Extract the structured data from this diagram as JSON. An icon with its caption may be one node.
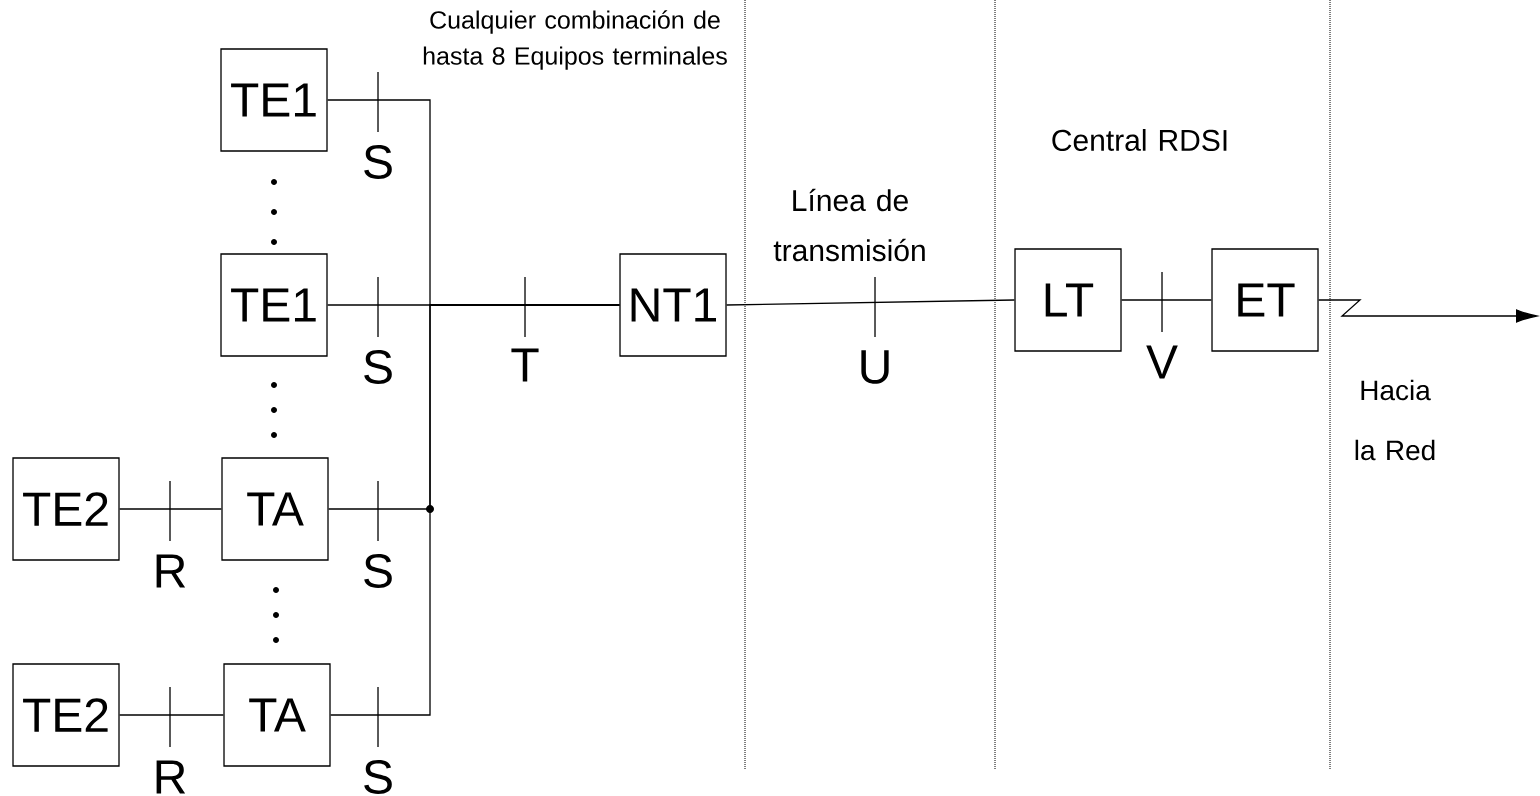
{
  "diagram": {
    "nodes": [
      {
        "text": [
          "TE1"
        ]
      },
      {
        "text": [
          "TE1"
        ]
      },
      {
        "text": [
          "TE2"
        ]
      },
      {
        "text": [
          "TA"
        ]
      },
      {
        "text": [
          "TE2"
        ]
      },
      {
        "text": [
          "TA"
        ]
      },
      {
        "text": [
          "NT1"
        ]
      },
      {
        "text": [
          "LT"
        ]
      },
      {
        "text": [
          "ET"
        ]
      }
    ],
    "edges": [
      {
        "from": 0,
        "to": 6,
        "arrow": "none",
        "label": "S"
      },
      {
        "from": 1,
        "to": 6,
        "arrow": "none",
        "label": "S"
      },
      {
        "from": 2,
        "to": 3,
        "arrow": "none",
        "label": "R"
      },
      {
        "from": 3,
        "to": 6,
        "arrow": "none",
        "label": "S"
      },
      {
        "from": 4,
        "to": 5,
        "arrow": "none",
        "label": "R"
      },
      {
        "from": 5,
        "to": 6,
        "arrow": "none",
        "label": "S"
      },
      {
        "from": 6,
        "to": 7,
        "arrow": "none",
        "label": "U"
      },
      {
        "from": 7,
        "to": 8,
        "arrow": "none",
        "label": "V"
      },
      {
        "from": 8,
        "to": null,
        "arrow": "to"
      }
    ],
    "labels": [
      "Cualquier combinación de hasta 8 Equipos terminales",
      "Línea de transmisión",
      "Central RDSI",
      "T",
      "Hacia la Red"
    ]
  }
}
